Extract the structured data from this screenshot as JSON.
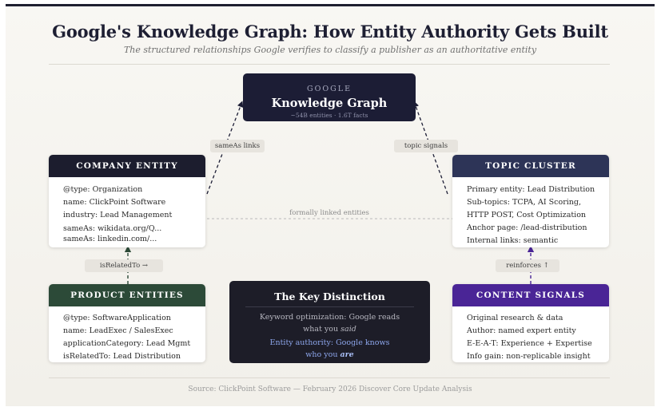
{
  "title": "Google's Knowledge Graph: How Entity Authority Gets Built",
  "subtitle": "The structured relationships Google verifies to classify a publisher as an authoritative entity",
  "knowledge_graph": {
    "label": "GOOGLE",
    "name": "Knowledge Graph",
    "stats": "~54B entities · 1.6T facts"
  },
  "links": {
    "same_as": "sameAs links",
    "topic_signals": "topic signals",
    "formally_linked": "formally linked entities",
    "is_related_to": "isRelatedTo →",
    "reinforces": "reinforces ↑"
  },
  "company_entity": {
    "header": "COMPANY ENTITY",
    "color": "#1c1d2e",
    "rows": [
      "@type: Organization",
      "name: ClickPoint Software",
      "industry: Lead Management",
      "sameAs: wikidata.org/Q...",
      "sameAs: linkedin.com/..."
    ]
  },
  "topic_cluster": {
    "header": "TOPIC CLUSTER",
    "color": "#2d3457",
    "rows": [
      "Primary entity: Lead Distribution",
      "Sub-topics: TCPA, AI Scoring,",
      "HTTP POST, Cost Optimization",
      "Anchor page: /lead-distribution",
      "Internal links: semantic"
    ]
  },
  "product_entities": {
    "header": "PRODUCT ENTITIES",
    "color": "#2c4a38",
    "rows": [
      "@type: SoftwareApplication",
      "name: LeadExec / SalesExec",
      "applicationCategory: Lead Mgmt",
      "isRelatedTo: Lead Distribution"
    ]
  },
  "content_signals": {
    "header": "CONTENT SIGNALS",
    "color": "#4a2596",
    "rows": [
      "Original research & data",
      "Author: named expert entity",
      "E-E-A-T: Experience + Expertise",
      "Info gain: non-replicable insight"
    ]
  },
  "key_distinction": {
    "title": "The Key Distinction",
    "keyword_line1": "Keyword optimization: Google reads",
    "keyword_line2_prefix": "what you ",
    "keyword_line2_em": "said",
    "entity_line1": "Entity authority: Google knows",
    "entity_line2_prefix": "who you ",
    "entity_line2_em": "are"
  },
  "footer": "Source: ClickPoint Software — February 2026 Discover Core Update Analysis"
}
